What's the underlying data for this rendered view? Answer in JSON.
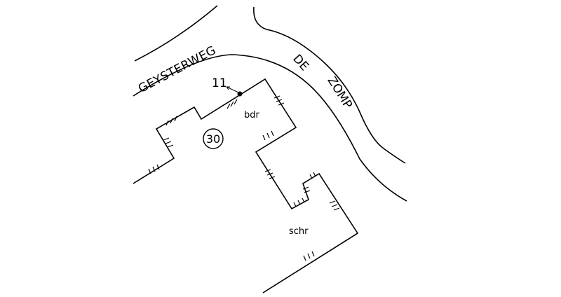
{
  "map": {
    "street_1": "GEYSTERWEG",
    "street_2_part_1": "DE",
    "street_2_part_2": "ZOMP",
    "point_label": "11",
    "parcel_number": "30",
    "label_bdr": "bdr",
    "label_schr": "schr",
    "line_color": "#000000",
    "background_color": "#ffffff"
  }
}
